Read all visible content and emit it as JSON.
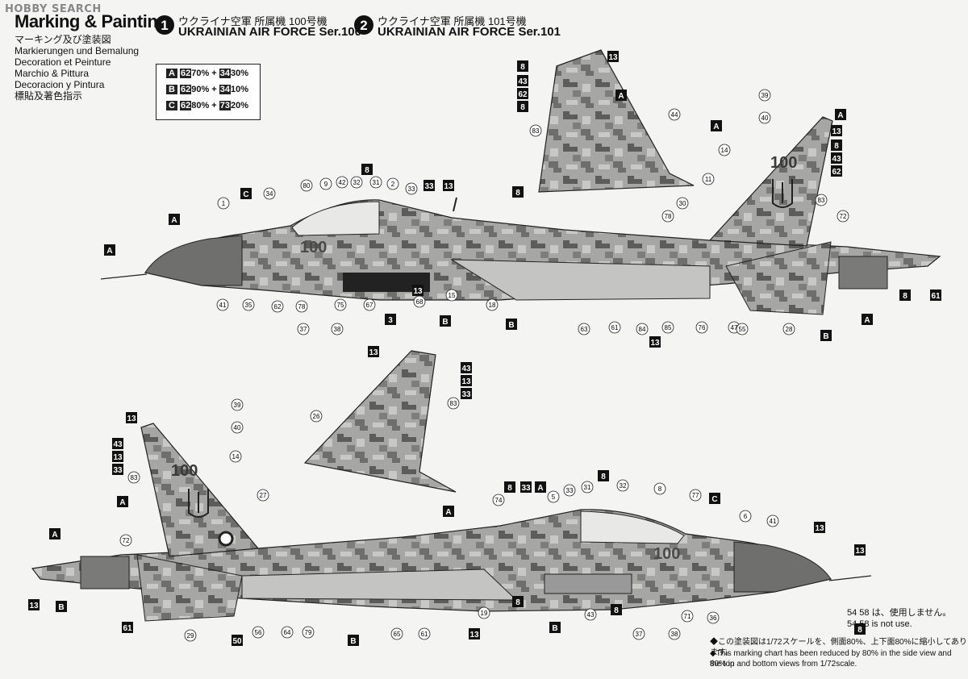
{
  "watermark": "HOBBY SEARCH",
  "title": "Marking & Painting",
  "subtitles": [
    "マーキング及び塗装図",
    "Markierungen und Bemalung",
    "Decoration et Peinture",
    "Marchio & Pittura",
    "Decoracion y Pintura",
    "標貼及著色指示"
  ],
  "versions": [
    {
      "num": "1",
      "jp": "ウクライナ空軍 所属機 100号機",
      "en": "UKRAINIAN AIR FORCE Ser.100"
    },
    {
      "num": "2",
      "jp": "ウクライナ空軍 所属機 101号機",
      "en": "UKRAINIAN AIR FORCE Ser.101"
    }
  ],
  "legend": [
    {
      "key": "A",
      "c1": "62",
      "p1": "70%",
      "c2": "34",
      "p2": "30%"
    },
    {
      "key": "B",
      "c1": "62",
      "p1": "90%",
      "c2": "34",
      "p2": "10%"
    },
    {
      "key": "C",
      "c1": "62",
      "p1": "80%",
      "c2": "73",
      "p2": "20%"
    }
  ],
  "serial": "100",
  "colors": {
    "dark": "#5a5a58",
    "mid": "#8a8a88",
    "light": "#b9b9b7",
    "pale": "#d8d8d6",
    "ink": "#1a1a1a"
  },
  "top_callouts": {
    "circle": [
      "1",
      "9",
      "42",
      "32",
      "31",
      "2",
      "33",
      "34",
      "80",
      "41",
      "35",
      "62",
      "78",
      "37",
      "38",
      "75",
      "67",
      "68",
      "15",
      "18",
      "63",
      "61",
      "84",
      "85",
      "76",
      "47",
      "55",
      "28",
      "44",
      "83",
      "39",
      "40",
      "14",
      "11",
      "30",
      "78",
      "72",
      "83"
    ],
    "square": [
      "C",
      "8",
      "33",
      "13",
      "13",
      "8",
      "A",
      "3",
      "B",
      "B",
      "13",
      "A",
      "13",
      "8",
      "43",
      "62",
      "8",
      "A",
      "A",
      "13",
      "8",
      "43",
      "62",
      "8",
      "B",
      "A",
      "61",
      "A"
    ]
  },
  "bottom_callouts": {
    "circle": [
      "26",
      "83",
      "39",
      "40",
      "14",
      "27",
      "83",
      "72",
      "29",
      "56",
      "64",
      "79",
      "65",
      "61",
      "19",
      "74",
      "5",
      "33",
      "31",
      "32",
      "8",
      "77",
      "6",
      "41",
      "71",
      "36",
      "43",
      "37",
      "38"
    ],
    "square": [
      "13",
      "43",
      "13",
      "33",
      "A",
      "13",
      "43",
      "13",
      "33",
      "A",
      "A",
      "13",
      "B",
      "61",
      "50",
      "B",
      "13",
      "8",
      "33",
      "A",
      "C",
      "13",
      "8",
      "B",
      "8",
      "8",
      "13",
      "8"
    ]
  },
  "unused_note_jp": "54 58 は、使用しません。",
  "unused_note_en": "54 58 is not use.",
  "scale_note_jp": "◆この塗装図は1/72スケールを、側面80%、上下面80%に縮小してあります。",
  "scale_note_en1": "◆This marking chart has been reduced by 80% in the side view and 80% in",
  "scale_note_en2": "the top and bottom views from 1/72scale."
}
